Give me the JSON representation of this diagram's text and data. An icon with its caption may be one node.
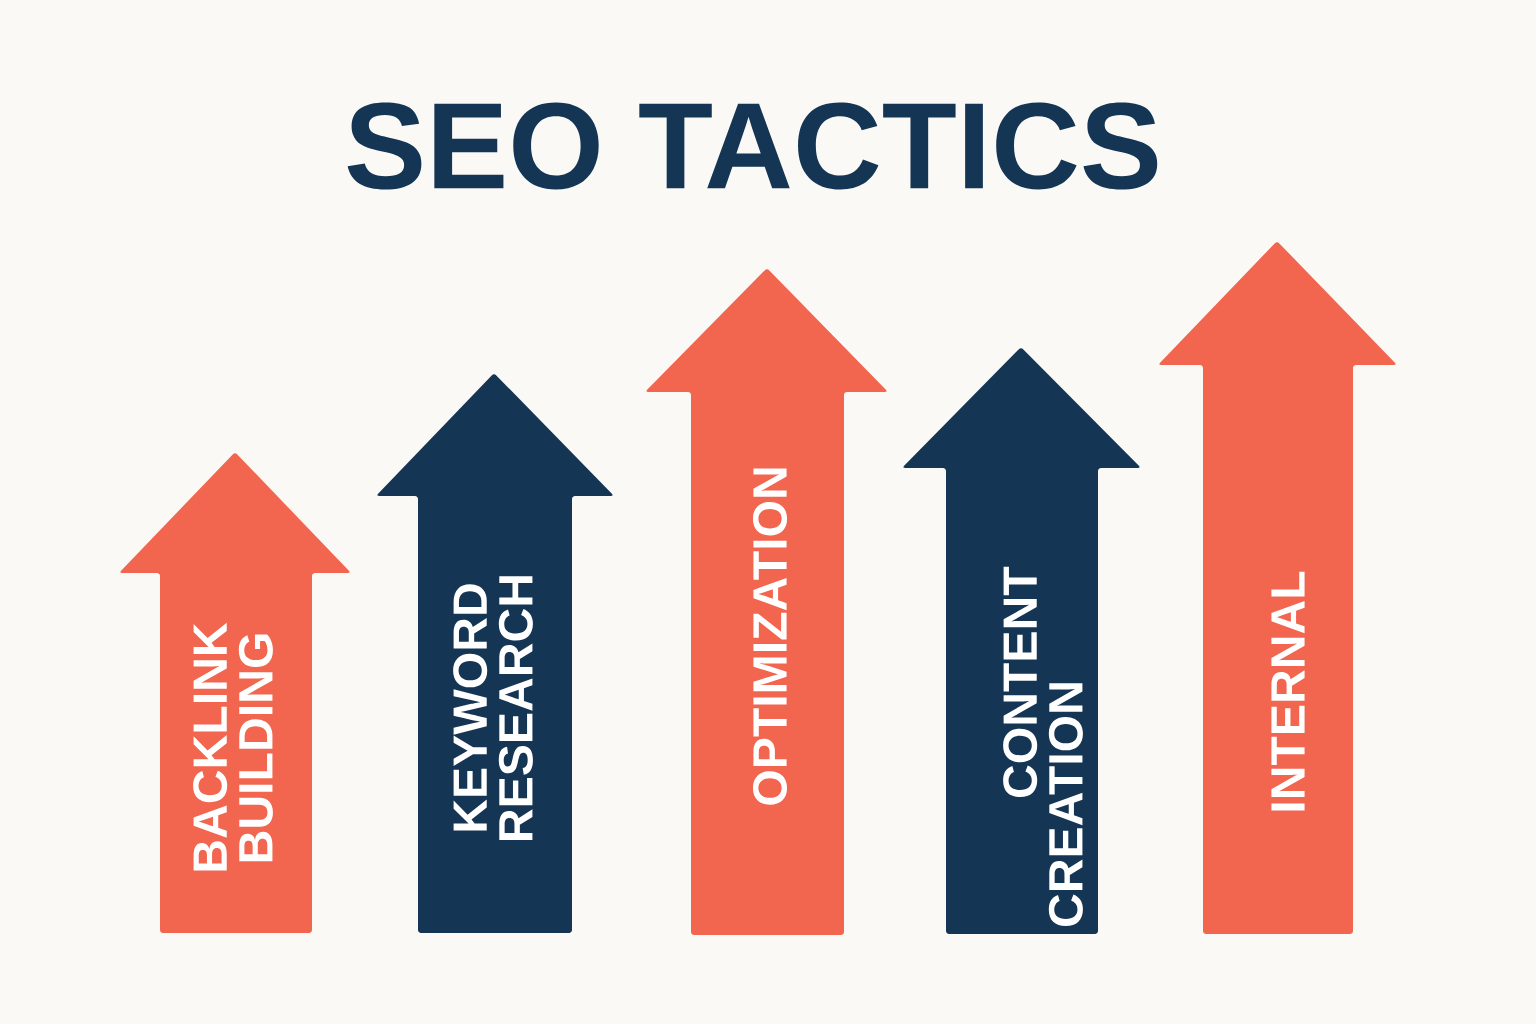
{
  "diagram": {
    "title": "SEO TACTICS",
    "nodes": [
      {
        "text": [
          "BACKLINK BUILDING"
        ]
      },
      {
        "text": [
          "KEYWORD RESEARCH"
        ]
      },
      {
        "text": [
          "OPTIMIZATION"
        ]
      },
      {
        "text": [
          "CONTENT CREATION"
        ]
      },
      {
        "text": [
          "INTERNAL"
        ]
      }
    ]
  }
}
